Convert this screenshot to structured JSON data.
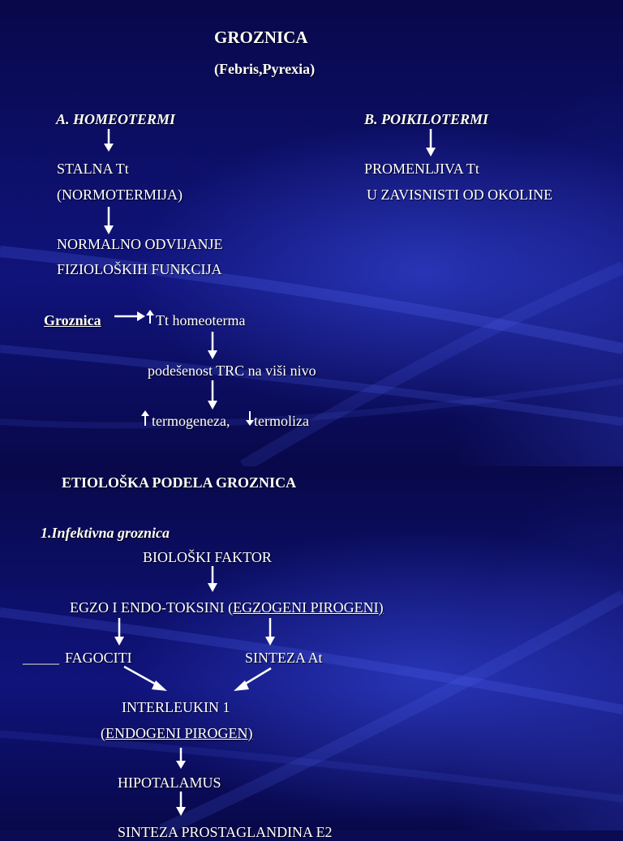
{
  "slide1": {
    "title": "GROZNICA",
    "subtitle": "(Febris,Pyrexia)",
    "col_a": {
      "heading": "A. HOMEOTERMI",
      "line1": "STALNA Tt",
      "line2": "(NORMOTERMIJA)",
      "line3": "NORMALNO ODVIJANJE",
      "line4": "FIZIOLOŠKIH FUNKCIJA"
    },
    "col_b": {
      "heading": "B. POIKILOTERMI",
      "line1": "PROMENLJIVA Tt",
      "line2": "U ZAVISNISTI OD OKOLINE"
    },
    "flow": {
      "start": "Groznica",
      "tt": "Tt  homeoterma",
      "step2": "podešenost TRC na viši nivo",
      "step3a": "termogeneza,",
      "step3b": "termoliza"
    }
  },
  "slide2": {
    "title": "ETIOLOŠKA PODELA GROZNICA",
    "section": "1.Infektivna groznica",
    "line1": "BIOLOŠKI FAKTOR",
    "line2_prefix": "EGZO I ENDO-TOKSINI (",
    "line2_underlined": "EGZOGENI PIROGENI)",
    "blank": "_____",
    "left_node": "FAGOCITI",
    "right_node": "SINTEZA At",
    "line4": "INTERLEUKIN 1",
    "line5_prefix": "(",
    "line5_underlined": "ENDOGENI PIROGEN)",
    "line6": "HIPOTALAMUS",
    "line7": "SINTEZA PROSTAGLANDINA E2"
  }
}
